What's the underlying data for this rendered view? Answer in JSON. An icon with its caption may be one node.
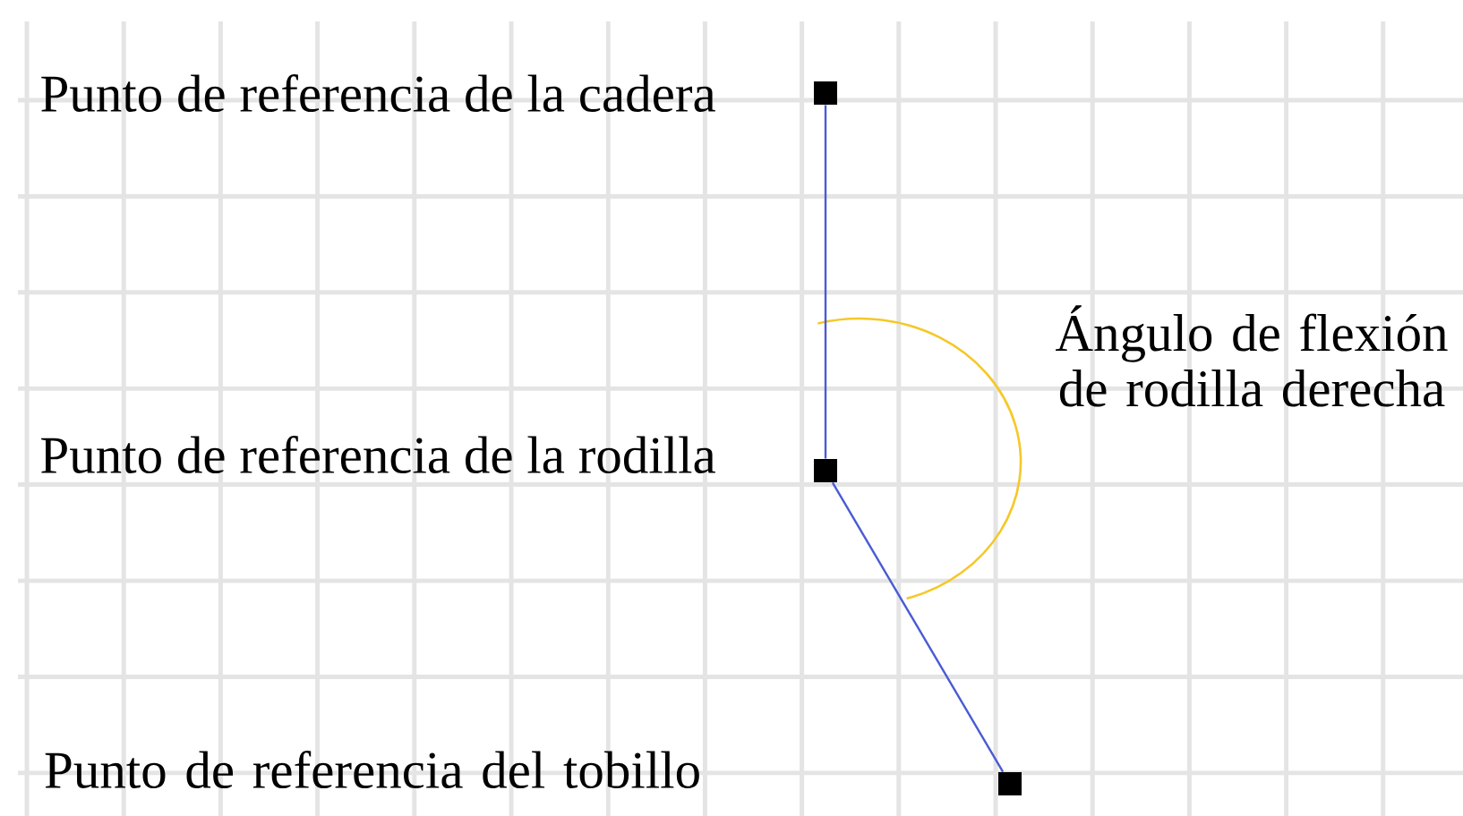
{
  "diagram": {
    "nodes": [
      {
        "text": [],
        "shape": "box",
        "beside": [
          "Punto de referencia de la cadera"
        ]
      },
      {
        "text": [],
        "shape": "box",
        "beside": [
          "Punto de referencia de la rodilla"
        ]
      },
      {
        "text": [],
        "shape": "box"
      }
    ],
    "edges": [
      {
        "from": 0,
        "to": 1,
        "arrow": "none"
      },
      {
        "from": 1,
        "to": 2,
        "arrow": "none"
      }
    ],
    "labels": [
      "Ángulo de flexión de rodilla derecha",
      "Punto de referencia del tobillo"
    ]
  }
}
